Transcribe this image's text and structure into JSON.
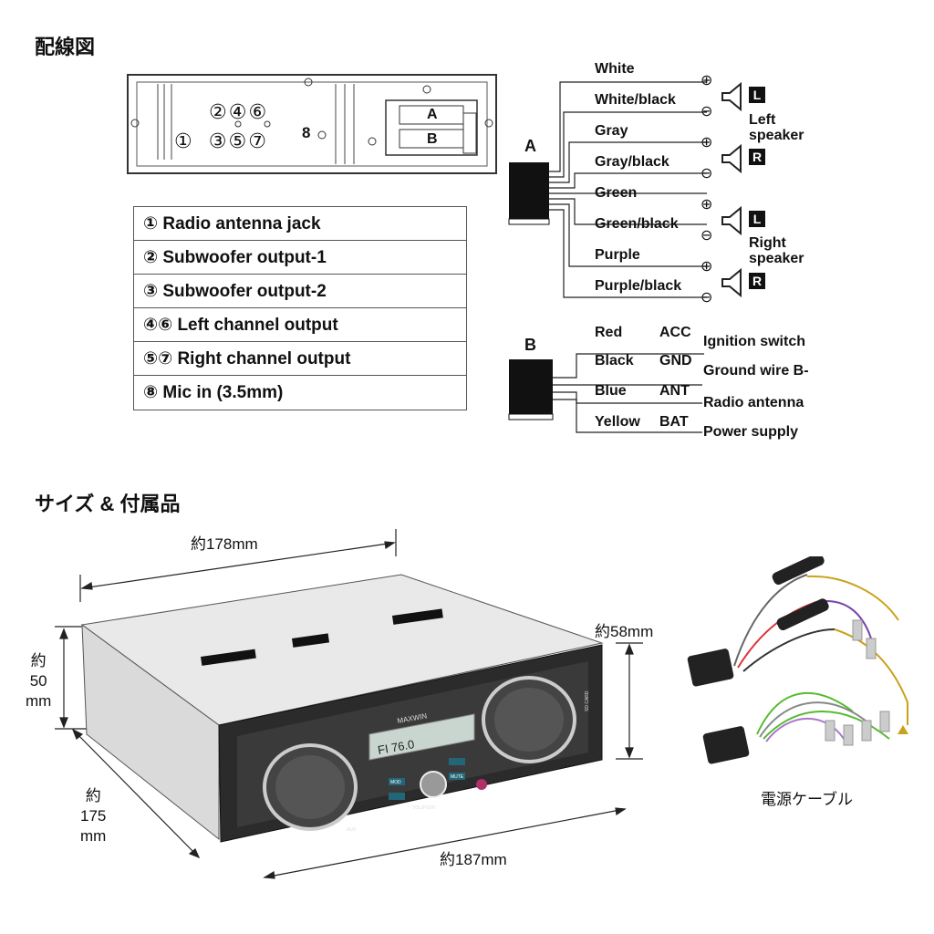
{
  "section1_title": "配線図",
  "section2_title": "サイズ & 付属品",
  "connector": {
    "row1": [
      "②",
      "④",
      "⑥"
    ],
    "row2": [
      "①",
      "③",
      "⑤",
      "⑦",
      "8"
    ],
    "slot_a": "A",
    "slot_b": "B"
  },
  "legend": [
    "① Radio antenna jack",
    "② Subwoofer output-1",
    "③ Subwoofer output-2",
    "④⑥ Left channel output",
    "⑤⑦ Right channel output",
    "⑧ Mic in (3.5mm)"
  ],
  "harness_a": {
    "label": "A",
    "wires": [
      "White",
      "White/black",
      "Gray",
      "Gray/black",
      "Green",
      "Green/black",
      "Purple",
      "Purple/black"
    ],
    "plus": "⊕",
    "minus": "⊖",
    "speakers": [
      {
        "badge": "L"
      },
      {
        "badge": "R"
      },
      {
        "badge": "L"
      },
      {
        "badge": "R"
      }
    ],
    "left_speaker_label": [
      "Left",
      "speaker"
    ],
    "right_speaker_label": [
      "Right",
      "speaker"
    ]
  },
  "harness_b": {
    "label": "B",
    "wires": [
      {
        "color": "Red",
        "code": "ACC",
        "desc": "Ignition switch"
      },
      {
        "color": "Black",
        "code": "GND",
        "desc": "Ground wire B-"
      },
      {
        "color": "Blue",
        "code": "ANT",
        "desc": "Radio antenna"
      },
      {
        "color": "Yellow",
        "code": "BAT",
        "desc": "Power supply"
      }
    ]
  },
  "dimensions": {
    "width_top": "約178mm",
    "height_left": [
      "約",
      "50",
      "mm"
    ],
    "height_right": "約58mm",
    "depth": [
      "約",
      "175",
      "mm"
    ],
    "width_bottom": "約187mm"
  },
  "device": {
    "brand": "MAXWIN",
    "display": "FI  76.0",
    "buttons": [
      "MOD",
      "",
      "",
      "MUTE"
    ],
    "knob_label": "VOL/PUSH",
    "sd_label": "SD CARD",
    "aux_label": "AUX"
  },
  "cable_caption": "電源ケーブル"
}
